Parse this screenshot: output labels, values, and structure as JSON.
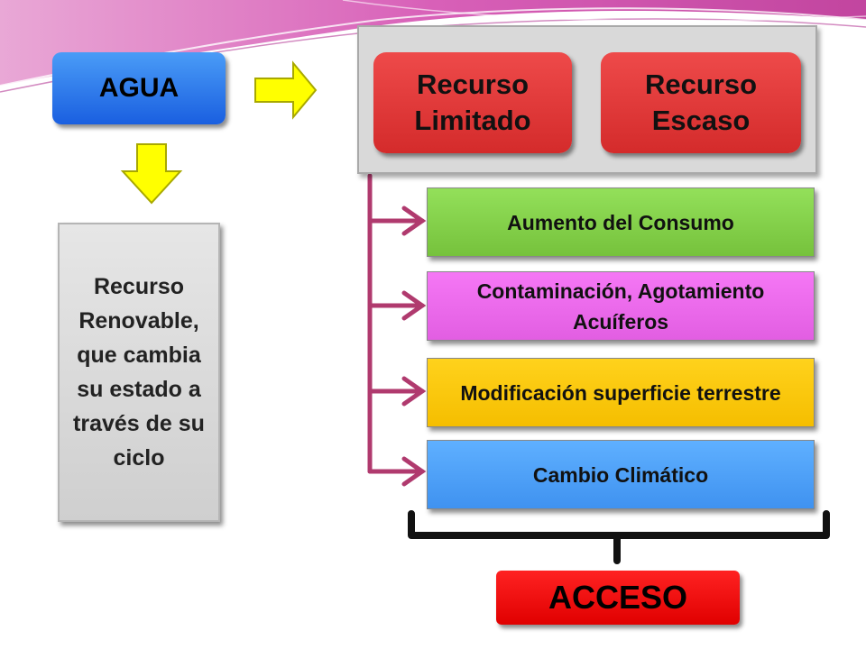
{
  "agua": {
    "label": "AGUA"
  },
  "renovable": {
    "text": "Recurso Renovable, que cambia su estado a través de su ciclo"
  },
  "recurso_limitado": {
    "label": "Recurso Limitado"
  },
  "recurso_escaso": {
    "label": "Recurso Escaso"
  },
  "causes": [
    {
      "label": "Aumento del Consumo"
    },
    {
      "label": "Contaminación, Agotamiento Acuíferos"
    },
    {
      "label": "Modificación superficie terrestre"
    },
    {
      "label": "Cambio Climático"
    }
  ],
  "acceso": {
    "label": "ACCESO"
  },
  "colors": {
    "agua": "#2a78ee",
    "recurso": "#e43a3a",
    "consumo": "#84d04b",
    "contaminacion": "#ec6aec",
    "superficie": "#f9c80e",
    "climatico": "#4ea0f7",
    "acceso": "#f01010",
    "connector": "#b03a6e",
    "arrow_yellow": "#ffff00"
  }
}
